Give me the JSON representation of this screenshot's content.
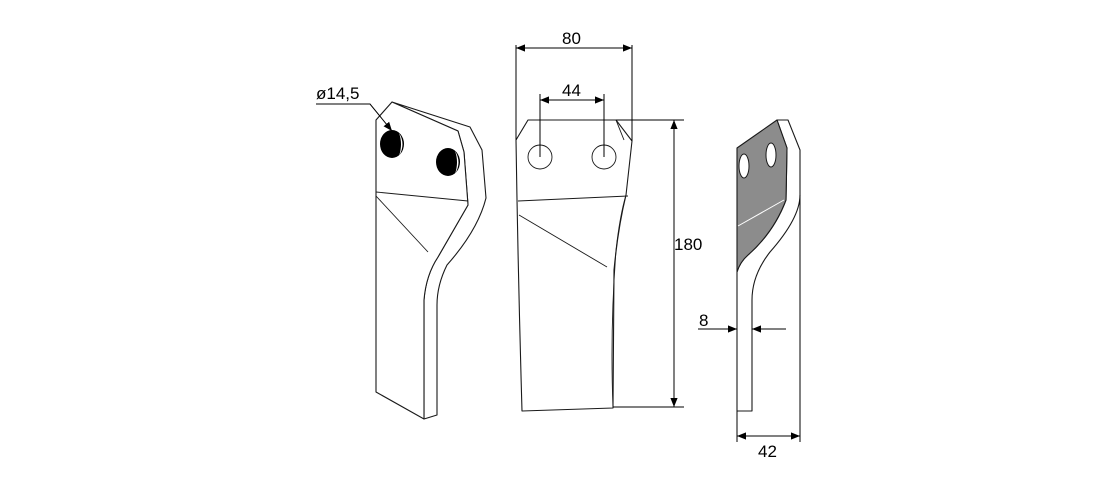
{
  "dimensions": {
    "hole_diameter": "ø14,5",
    "overall_width": "80",
    "hole_spacing": "44",
    "length": "180",
    "thickness": "8",
    "side_width": "42"
  },
  "colors": {
    "line": "#1a1a1a",
    "hole_fill": "#000000",
    "shaded_face": "#8c8c8c"
  }
}
